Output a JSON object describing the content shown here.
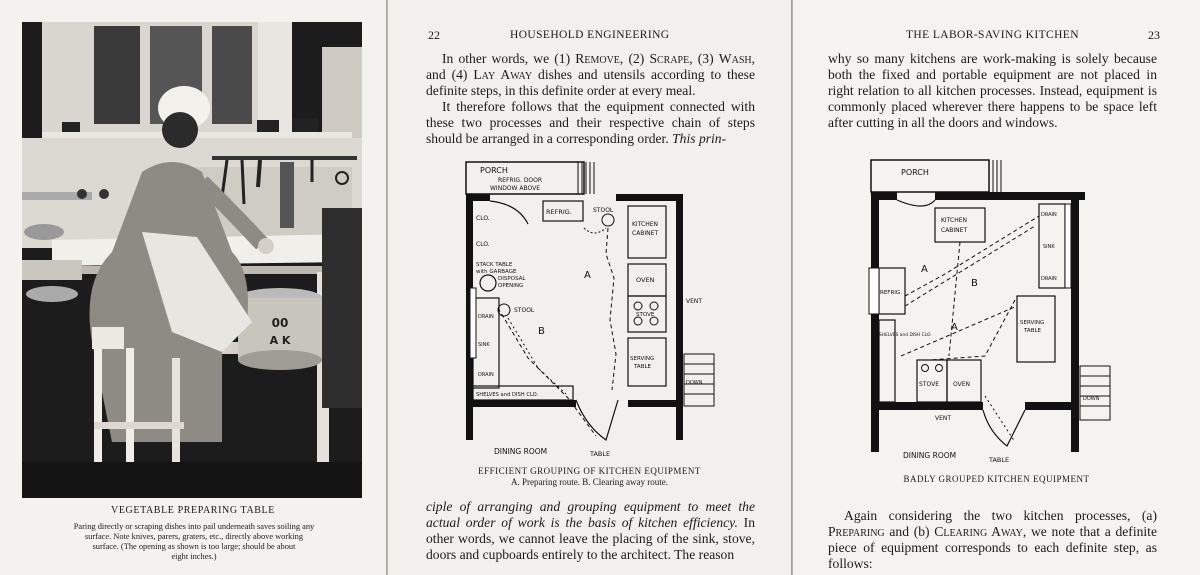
{
  "left_page": {
    "caption_title": "VEGETABLE PREPARING TABLE",
    "caption_line1": "Paring directly or scraping dishes into pail underneath saves soiling any",
    "caption_line2": "surface.  Note knives, parers, graters, etc., directly above working",
    "caption_line3": "surface.  (The opening as shown is too large; should be about",
    "caption_line4": "eight inches.)",
    "pail_label_1": "00",
    "pail_label_2": "A K"
  },
  "middle_page": {
    "page_number": "22",
    "running_head": "HOUSEHOLD ENGINEERING",
    "para1": {
      "a": "In other words, we (1) ",
      "remove": "Remove",
      "b": ", (2) ",
      "scrape": "Scrape",
      "c": ", (3) ",
      "wash": "Wash",
      "d": ", and (4) ",
      "lay_away": "Lay Away",
      "e": " dishes and utensils according to these definite steps, in this definite order at every meal."
    },
    "para2": {
      "a": "It therefore follows that the equipment connected with these two processes and their respective chain of steps should be arranged in a corresponding order. ",
      "italic": "This prin-"
    },
    "figure": {
      "title": "EFFICIENT GROUPING OF KITCHEN EQUIPMENT",
      "subtitle": "A. Preparing route.  B. Clearing away route.",
      "labels": {
        "porch": "PORCH",
        "refrig_door_1": "REFRIG. DOOR",
        "refrig_door_2": "WINDOW ABOVE",
        "refrig": "REFRIG.",
        "stool_top": "STOOL",
        "kitchen_cabinet_1": "KITCHEN",
        "kitchen_cabinet_2": "CABINET",
        "clo1": "CLO.",
        "clo2": "CLO.",
        "stack_1": "STACK TABLE",
        "stack_2": "with GARBAGE",
        "stack_3": "DISPOSAL",
        "stack_4": "OPENING",
        "stool_mid": "STOOL",
        "drain1": "DRAIN",
        "sink": "SINK",
        "drain2": "DRAIN",
        "route_a": "A",
        "route_b": "B",
        "oven": "OVEN",
        "stove": "STOVE",
        "vent": "VENT",
        "serving_1": "SERVING",
        "serving_2": "TABLE",
        "shelves": "SHELVES and DISH CLO.",
        "down": "DOWN",
        "dining": "DINING ROOM",
        "table": "TABLE"
      }
    },
    "para3": {
      "italic": "ciple of arranging and grouping equipment to meet the actual order of work is the basis of kitchen efficiency.",
      "rest": " In other words, we cannot leave the placing of the sink, stove, doors and cupboards entirely to the architect.  The reason"
    }
  },
  "right_page": {
    "page_number": "23",
    "running_head": "THE LABOR-SAVING KITCHEN",
    "para1": "why so many kitchens are work-making is solely because both the fixed and portable equipment are not placed in right relation to all kitchen processes.  Instead, equipment is commonly placed wherever there happens to be space left after cutting in all the doors and windows.",
    "figure": {
      "title": "BADLY GROUPED KITCHEN EQUIPMENT",
      "labels": {
        "porch": "PORCH",
        "kitchen_cabinet_1": "KITCHEN",
        "kitchen_cabinet_2": "CABINET",
        "drain1": "DRAIN",
        "sink": "SINK",
        "drain2": "DRAIN",
        "refrig": "REFRIG.",
        "route_a1": "A",
        "route_b": "B",
        "route_a2": "A",
        "serving_1": "SERVING",
        "serving_2": "TABLE",
        "shelves": "SHELVES and DISH CLO.",
        "stove": "STOVE",
        "oven": "OVEN",
        "vent": "VENT",
        "down": "DOWN",
        "dining": "DINING ROOM",
        "table": "TABLE"
      }
    },
    "para2": {
      "a": "Again considering the two kitchen processes, (a) ",
      "preparing": "Preparing",
      "b": " and (b) ",
      "clearing": "Clearing Away",
      "c": ", we note that a definite piece of equipment corresponds to each definite step, as follows:"
    }
  }
}
